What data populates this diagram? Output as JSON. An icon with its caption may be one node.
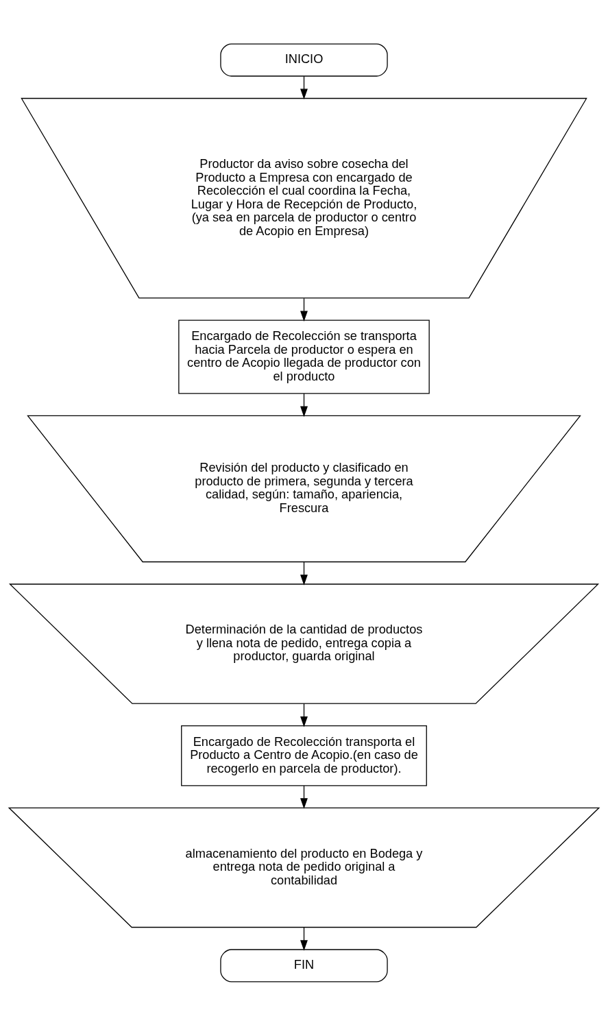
{
  "diagram": {
    "nodes": [
      {
        "text": [
          "INICIO"
        ]
      },
      {
        "text": [
          "Productor da aviso sobre cosecha del Producto a Empresa con encargado de Recolección el cual coordina la Fecha, Lugar y Hora de Recepción de Producto,",
          "(ya sea en parcela de productor o centro de Acopio en Empresa)"
        ]
      },
      {
        "text": [
          "Encargado de Recolección se transporta hacia Parcela de productor o espera en centro de Acopio llegada de productor con el producto"
        ]
      },
      {
        "text": [
          "Revisión del producto y clasificado en producto de primera, segunda y tercera calidad, según: tamaño, apariencia, Frescura"
        ]
      },
      {
        "text": [
          "Determinación de la cantidad de productos y llena nota de pedido, entrega copia a productor, guarda original"
        ]
      },
      {
        "text": [
          "Encargado de Recolección transporta el Producto a Centro de Acopio.(en caso de recogerlo en parcela de productor)."
        ]
      },
      {
        "text": [
          "almacenamiento del producto en Bodega y entrega nota de pedido original a contabilidad"
        ]
      },
      {
        "text": [
          "FIN"
        ]
      }
    ],
    "edges": [
      {
        "from": 0,
        "to": 1,
        "arrow": "to"
      },
      {
        "from": 1,
        "to": 2,
        "arrow": "to"
      },
      {
        "from": 2,
        "to": 3,
        "arrow": "to"
      },
      {
        "from": 3,
        "to": 4,
        "arrow": "to"
      },
      {
        "from": 4,
        "to": 5,
        "arrow": "to"
      },
      {
        "from": 5,
        "to": 6,
        "arrow": "to"
      },
      {
        "from": 6,
        "to": 7,
        "arrow": "to"
      }
    ]
  }
}
